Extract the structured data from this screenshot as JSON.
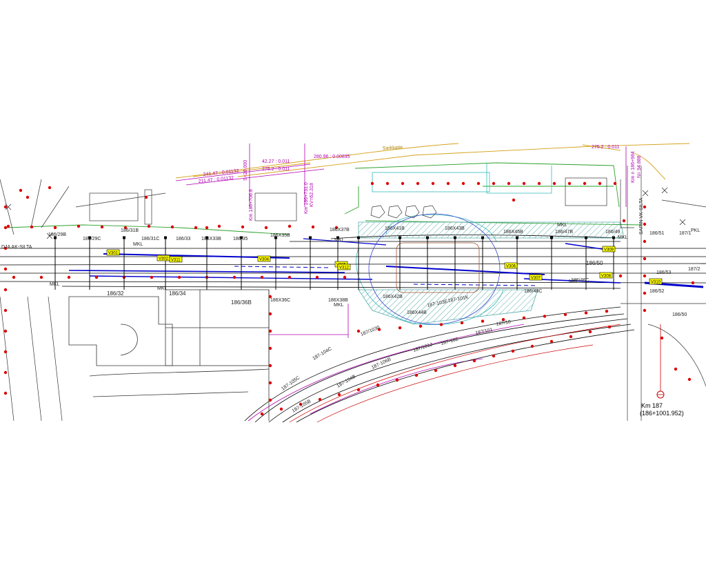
{
  "colors": {
    "track": "#000000",
    "blue_line": "#0000cc",
    "magenta": "#b000b0",
    "orange": "#d4a017",
    "green": "#2aa02a",
    "cyan": "#33bbbb",
    "red_marker": "#dd0000",
    "hatch": "#55aaaa",
    "signal_fill": "#ffff00"
  },
  "labels": {
    "street_top": "Sarkkatie",
    "km_marker": "Km 187",
    "km_marker_sub": "(186+1001.952)",
    "bridge_left": "DJA AK-SILTA",
    "bridge_right": "SARIN VK-SILTA",
    "mkl": "MKL",
    "chain_1": "241.47 : 0.01132",
    "chain_2": "211.47 : 0.01132",
    "chain_3": "42.27 : 0.011",
    "chain_4": "275.2 : 0.011",
    "chain_5": "280.96 : 0.00835",
    "chain_6": "275.2 : 0.011",
    "vert_1": "S=20.000",
    "vert_2": "Km 186+706.8",
    "vert_3": "Km 186+731.0",
    "vert_4": "Km n 186+984",
    "vert_5": "KV=62.318",
    "vert_6": "N= 94.888",
    "r1": "186/29B",
    "r2": "186/29C",
    "r3": "186/31B",
    "r4": "186/31C",
    "r5": "186/33",
    "r6": "186X33B",
    "r7": "186/35",
    "r8": "186X35B",
    "r9": "186X37B",
    "r10": "186X41B",
    "r11": "186X43B",
    "r12": "186X45B",
    "r13": "186/47B",
    "r14": "186/49",
    "r15": "186/50",
    "r16": "186/51",
    "r17": "186/53",
    "r18": "187/1",
    "r19": "186/52",
    "r20": "187/2",
    "r21": "186/32",
    "r22": "186/34",
    "r23": "186/36B",
    "r24": "186X36C",
    "r25": "186X38B",
    "r26": "186X42B",
    "r27": "186X44B",
    "r28": "187-101K",
    "r29": "187-103E",
    "r30": "186/48C",
    "r31": "186/46C",
    "r32": "187/1030",
    "r33": "187-104C",
    "r34": "187-105C",
    "r35": "187-106B",
    "r36": "187-104B",
    "r37": "187-105B",
    "r38": "187/101J",
    "r39": "187/101",
    "r40": "187-102",
    "r41": "187/10",
    "r42": "186/50",
    "r43": "PKL"
  },
  "signals": [
    "V301",
    "V302",
    "V304",
    "V305",
    "V306",
    "V307",
    "V308",
    "V309",
    "V310",
    "V311",
    "V312"
  ]
}
